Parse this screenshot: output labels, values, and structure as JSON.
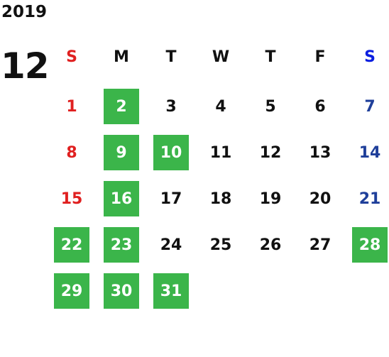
{
  "calendar": {
    "year": "2019",
    "month": "12",
    "weekdays": [
      "S",
      "M",
      "T",
      "W",
      "T",
      "F",
      "S"
    ],
    "weekday_colors": [
      "#e02020",
      "#111111",
      "#111111",
      "#111111",
      "#111111",
      "#111111",
      "#0a1ee0"
    ],
    "colors": {
      "sunday": "#e02020",
      "saturday": "#1f3f9a",
      "weekday": "#111111",
      "highlight_bg": "#3bb54a",
      "highlight_text": "#ffffff"
    },
    "weeks": [
      [
        {
          "d": "1",
          "h": false
        },
        {
          "d": "2",
          "h": true
        },
        {
          "d": "3",
          "h": false
        },
        {
          "d": "4",
          "h": false
        },
        {
          "d": "5",
          "h": false
        },
        {
          "d": "6",
          "h": false
        },
        {
          "d": "7",
          "h": false
        }
      ],
      [
        {
          "d": "8",
          "h": false
        },
        {
          "d": "9",
          "h": true
        },
        {
          "d": "10",
          "h": true
        },
        {
          "d": "11",
          "h": false
        },
        {
          "d": "12",
          "h": false
        },
        {
          "d": "13",
          "h": false
        },
        {
          "d": "14",
          "h": false
        }
      ],
      [
        {
          "d": "15",
          "h": false
        },
        {
          "d": "16",
          "h": true
        },
        {
          "d": "17",
          "h": false
        },
        {
          "d": "18",
          "h": false
        },
        {
          "d": "19",
          "h": false
        },
        {
          "d": "20",
          "h": false
        },
        {
          "d": "21",
          "h": false
        }
      ],
      [
        {
          "d": "22",
          "h": true
        },
        {
          "d": "23",
          "h": true
        },
        {
          "d": "24",
          "h": false
        },
        {
          "d": "25",
          "h": false
        },
        {
          "d": "26",
          "h": false
        },
        {
          "d": "27",
          "h": false
        },
        {
          "d": "28",
          "h": true
        }
      ],
      [
        {
          "d": "29",
          "h": true
        },
        {
          "d": "30",
          "h": true
        },
        {
          "d": "31",
          "h": true
        }
      ]
    ]
  }
}
